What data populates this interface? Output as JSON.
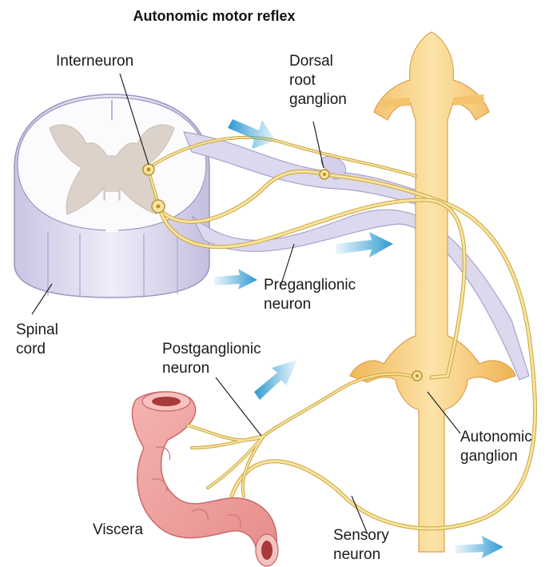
{
  "title": "Autonomic motor reflex",
  "labels": {
    "interneuron": "Interneuron",
    "dorsal_root_ganglion": [
      "Dorsal",
      "root",
      "ganglion"
    ],
    "preganglionic_neuron": [
      "Preganglionic",
      "neuron"
    ],
    "spinal_cord": [
      "Spinal",
      "cord"
    ],
    "postganglionic_neuron": [
      "Postganglionic",
      "neuron"
    ],
    "autonomic_ganglion": [
      "Autonomic",
      "ganglion"
    ],
    "viscera": "Viscera",
    "sensory_neuron": [
      "Sensory",
      "neuron"
    ]
  },
  "colors": {
    "nerve_yellow": "#f2d77a",
    "sympathetic_chain": "#f5c46a",
    "spinal_cord_lavender": "#d9d6ec",
    "grey_matter": "#d8cfc8",
    "viscera_pink": "#ec9c9c",
    "arrow_blue": "#3aa6d8"
  }
}
